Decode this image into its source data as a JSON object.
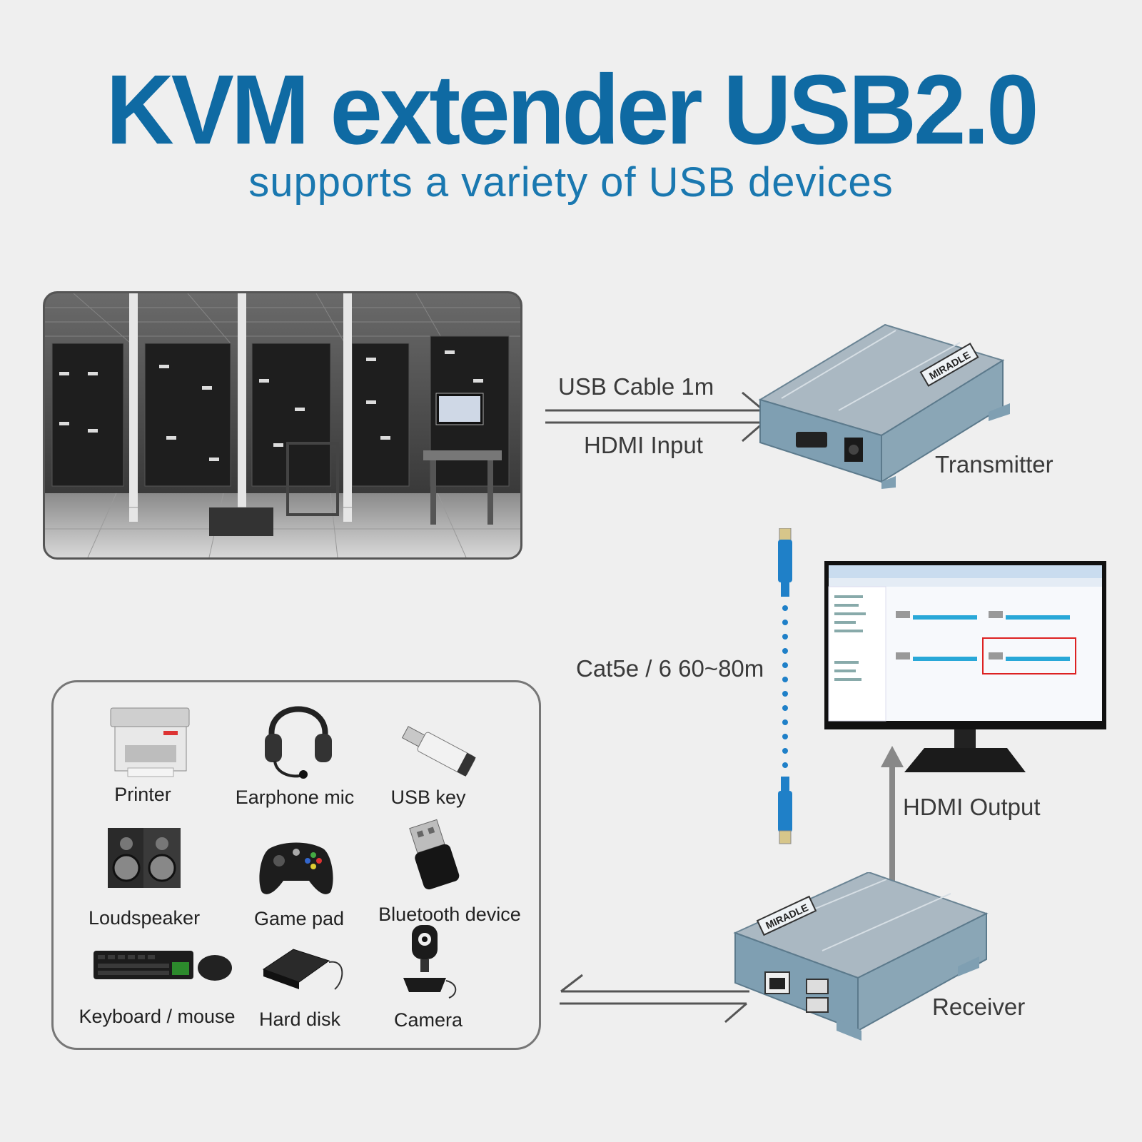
{
  "header": {
    "title": "KVM extender USB2.0",
    "subtitle": "supports a variety of USB devices"
  },
  "connections": {
    "usb_cable": "USB Cable 1m",
    "hdmi_input": "HDMI Input",
    "cat_cable": "Cat5e / 6 60~80m",
    "hdmi_output": "HDMI Output"
  },
  "units": {
    "transmitter": "Transmitter",
    "receiver": "Receiver",
    "brand": "MIRADLE"
  },
  "devices": [
    {
      "label": "Printer",
      "icon": "printer-icon"
    },
    {
      "label": "Earphone mic",
      "icon": "headset-icon"
    },
    {
      "label": "USB key",
      "icon": "usb-key-icon"
    },
    {
      "label": "Loudspeaker",
      "icon": "speaker-icon"
    },
    {
      "label": "Game pad",
      "icon": "gamepad-icon"
    },
    {
      "label": "Bluetooth device",
      "icon": "bluetooth-dongle-icon"
    },
    {
      "label": "Keyboard / mouse",
      "icon": "keyboard-mouse-icon"
    },
    {
      "label": "Hard disk",
      "icon": "hard-disk-icon"
    },
    {
      "label": "Camera",
      "icon": "webcam-icon"
    }
  ],
  "colors": {
    "title": "#0f6aa3",
    "subtitle": "#1a78b0",
    "cable": "#1f80c8",
    "device_body": "#7f9fb2",
    "device_top": "#aab8c2"
  }
}
